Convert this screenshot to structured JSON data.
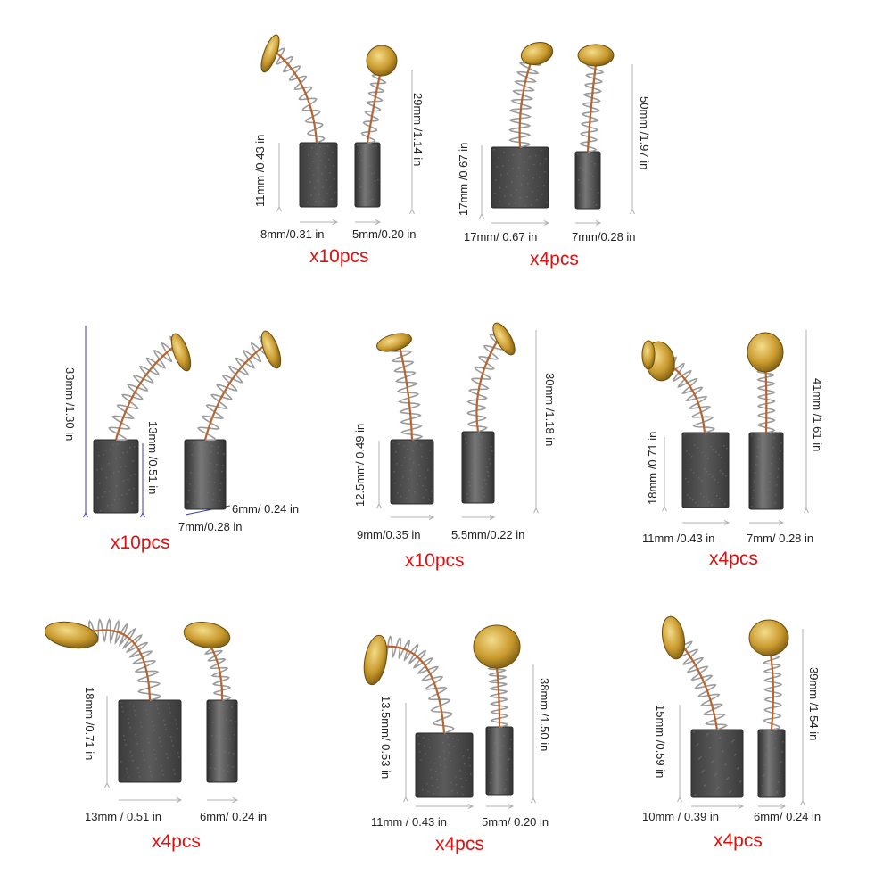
{
  "colors": {
    "quantity_text": "#e01010",
    "carbon_dark": "#4a4a4a",
    "carbon_light": "#8a8a8a",
    "spring": "#9a9a9a",
    "copper_wire": "#b8642e",
    "brass": "#c9a23a",
    "dimension_line": "#b0b0b0",
    "dimension_line_blue": "#3b3bb8"
  },
  "panels": [
    {
      "id": "p1",
      "quantity": "x10pcs",
      "width_a": "8mm/0.31 in",
      "width_b": "5mm/0.20 in",
      "block_height": "11mm /0.43 in",
      "overall_length": "29mm /1.14 in"
    },
    {
      "id": "p2",
      "quantity": "x4pcs",
      "width_a": "17mm/ 0.67 in",
      "width_b": "7mm/0.28 in",
      "block_height": "17mm /0.67 in",
      "overall_length": "50mm /1.97 in"
    },
    {
      "id": "p3",
      "quantity": "x10pcs",
      "width_a": "7mm/0.28 in",
      "width_b": "6mm/ 0.24 in",
      "block_height": "13mm /0.51 in",
      "overall_length": "33mm /1.30 in"
    },
    {
      "id": "p4",
      "quantity": "x10pcs",
      "width_a": "9mm/0.35 in",
      "width_b": "5.5mm/0.22 in",
      "block_height": "12.5mm/ 0.49 in",
      "overall_length": "30mm /1.18 in"
    },
    {
      "id": "p5",
      "quantity": "x4pcs",
      "width_a": "11mm /0.43 in",
      "width_b": "7mm/ 0.28 in",
      "block_height": "18mm /0.71 in",
      "overall_length": "41mm /1.61 in"
    },
    {
      "id": "p6",
      "quantity": "x4pcs",
      "width_a": "13mm / 0.51 in",
      "width_b": "6mm/ 0.24 in",
      "block_height": "18mm /0.71 in",
      "overall_length": ""
    },
    {
      "id": "p7",
      "quantity": "x4pcs",
      "width_a": "11mm / 0.43 in",
      "width_b": "5mm/ 0.20 in",
      "block_height": "13.5mm/ 0.53 in",
      "overall_length": "38mm /1.50 in"
    },
    {
      "id": "p8",
      "quantity": "x4pcs",
      "width_a": "10mm / 0.39 in",
      "width_b": "6mm/ 0.24 in",
      "block_height": "15mm /0.59 in",
      "overall_length": "39mm /1.54 in"
    }
  ]
}
